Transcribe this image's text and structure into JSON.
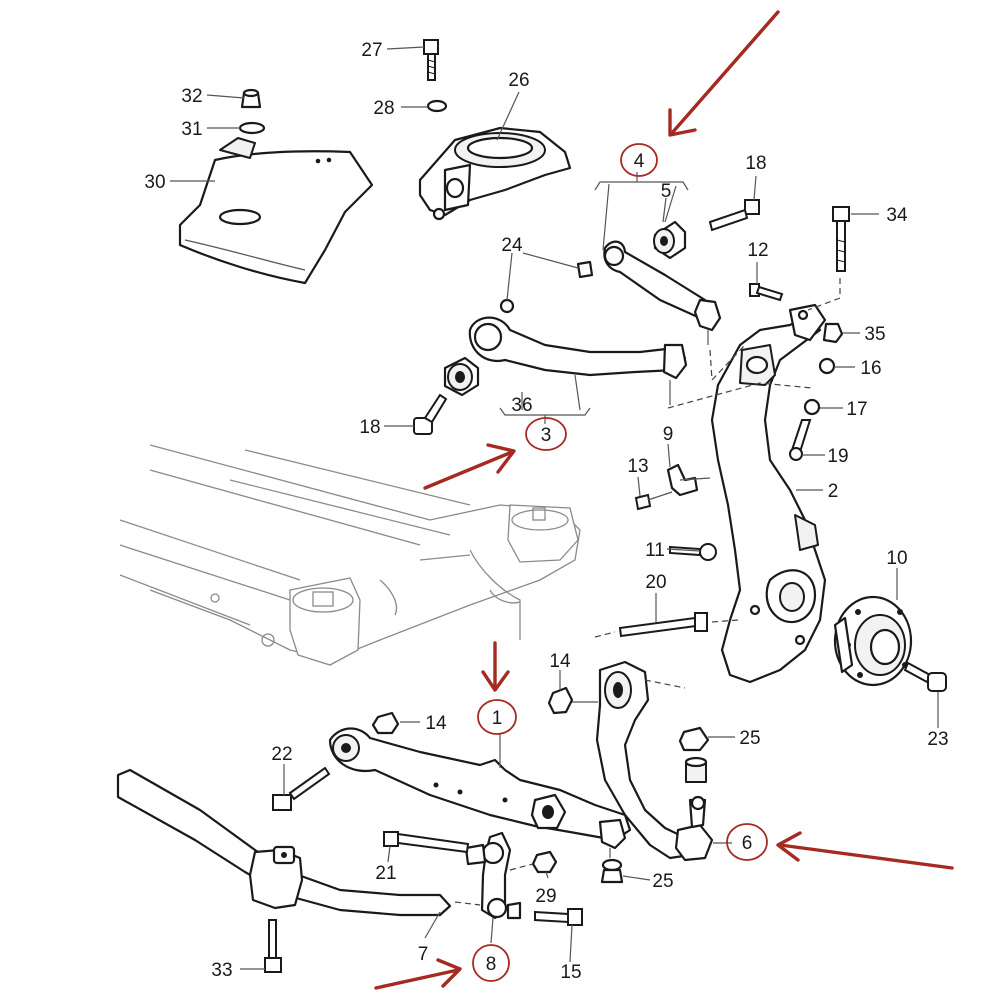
{
  "callouts": [
    {
      "id": "1",
      "label": "1"
    },
    {
      "id": "2",
      "label": "2"
    },
    {
      "id": "3",
      "label": "3"
    },
    {
      "id": "4",
      "label": "4"
    },
    {
      "id": "5",
      "label": "5"
    },
    {
      "id": "6",
      "label": "6"
    },
    {
      "id": "7",
      "label": "7"
    },
    {
      "id": "8",
      "label": "8"
    },
    {
      "id": "9",
      "label": "9"
    },
    {
      "id": "10",
      "label": "10"
    },
    {
      "id": "11",
      "label": "11"
    },
    {
      "id": "12",
      "label": "12"
    },
    {
      "id": "13",
      "label": "13"
    },
    {
      "id": "14a",
      "label": "14"
    },
    {
      "id": "14b",
      "label": "14"
    },
    {
      "id": "15",
      "label": "15"
    },
    {
      "id": "16",
      "label": "16"
    },
    {
      "id": "17",
      "label": "17"
    },
    {
      "id": "18a",
      "label": "18"
    },
    {
      "id": "18b",
      "label": "18"
    },
    {
      "id": "19",
      "label": "19"
    },
    {
      "id": "20",
      "label": "20"
    },
    {
      "id": "21",
      "label": "21"
    },
    {
      "id": "22",
      "label": "22"
    },
    {
      "id": "23",
      "label": "23"
    },
    {
      "id": "24",
      "label": "24"
    },
    {
      "id": "25a",
      "label": "25"
    },
    {
      "id": "25b",
      "label": "25"
    },
    {
      "id": "26",
      "label": "26"
    },
    {
      "id": "27",
      "label": "27"
    },
    {
      "id": "28",
      "label": "28"
    },
    {
      "id": "29",
      "label": "29"
    },
    {
      "id": "30",
      "label": "30"
    },
    {
      "id": "31",
      "label": "31"
    },
    {
      "id": "32",
      "label": "32"
    },
    {
      "id": "33",
      "label": "33"
    },
    {
      "id": "34",
      "label": "34"
    },
    {
      "id": "35",
      "label": "35"
    },
    {
      "id": "36",
      "label": "36"
    }
  ],
  "highlighted_callouts": [
    "1",
    "3",
    "4",
    "6",
    "8"
  ],
  "colors": {
    "line": "#1a1a1a",
    "subframe": "#8a8a8a",
    "highlight": "#a52a22",
    "background": "#ffffff"
  }
}
